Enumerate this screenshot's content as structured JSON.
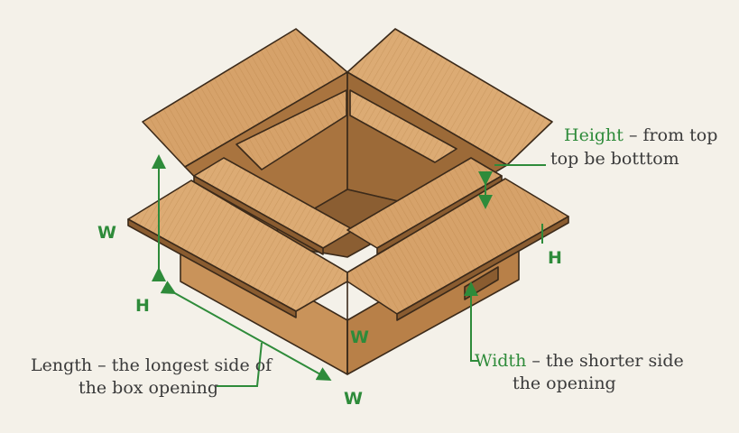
{
  "labels": {
    "height_term": "Height",
    "height_rest_line1": " – from top",
    "height_line2": "top be botttom",
    "width_term": "Width",
    "width_rest_line1": " – the shorter side",
    "width_line2": "the opening",
    "length_line1": "Length – the longest side of",
    "length_line2": "the box opening"
  },
  "markers": {
    "w_left": "W",
    "h_left": "H",
    "w_front": "W",
    "w_bottom": "W",
    "h_right": "H"
  },
  "colors": {
    "accent": "#2e8b3a",
    "cardboard": "#d9a56c",
    "cardboard_dark": "#b9824d",
    "outline": "#3b2a1a"
  }
}
